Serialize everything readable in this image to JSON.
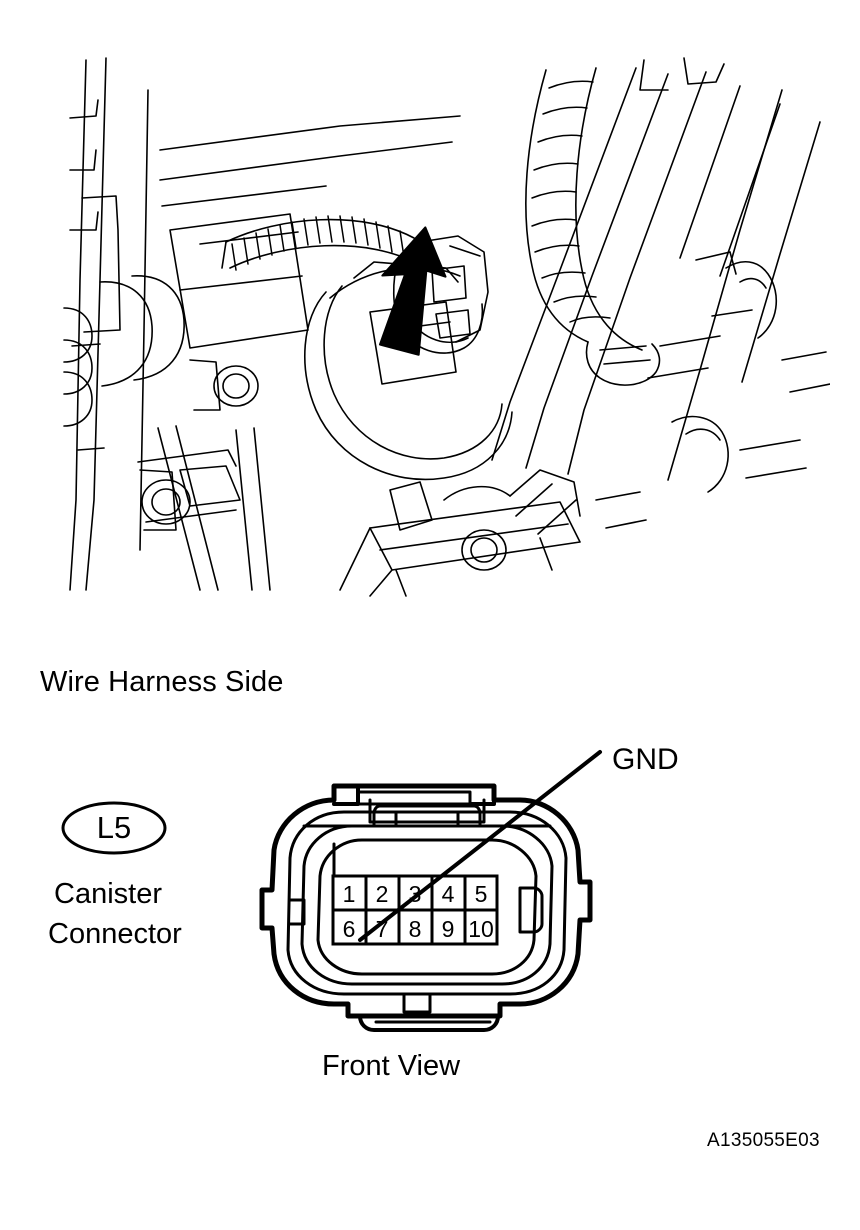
{
  "document": {
    "figure_code": "A135055E03"
  },
  "illustration": {
    "caption": "Wire Harness Side",
    "arrow_icon": "arrow-up-left-icon",
    "description_icon": "engine-bay-lineart-icon"
  },
  "connector": {
    "badge": "L5",
    "name_line_1": "Canister",
    "name_line_2": "Connector",
    "view_caption": "Front View",
    "callouts": [
      {
        "label": "GND",
        "pin": "6"
      }
    ],
    "pin_rows": [
      [
        "1",
        "2",
        "3",
        "4",
        "5"
      ],
      [
        "6",
        "7",
        "8",
        "9",
        "10"
      ]
    ]
  },
  "colors": {
    "ink": "#000000",
    "paper": "#ffffff"
  }
}
